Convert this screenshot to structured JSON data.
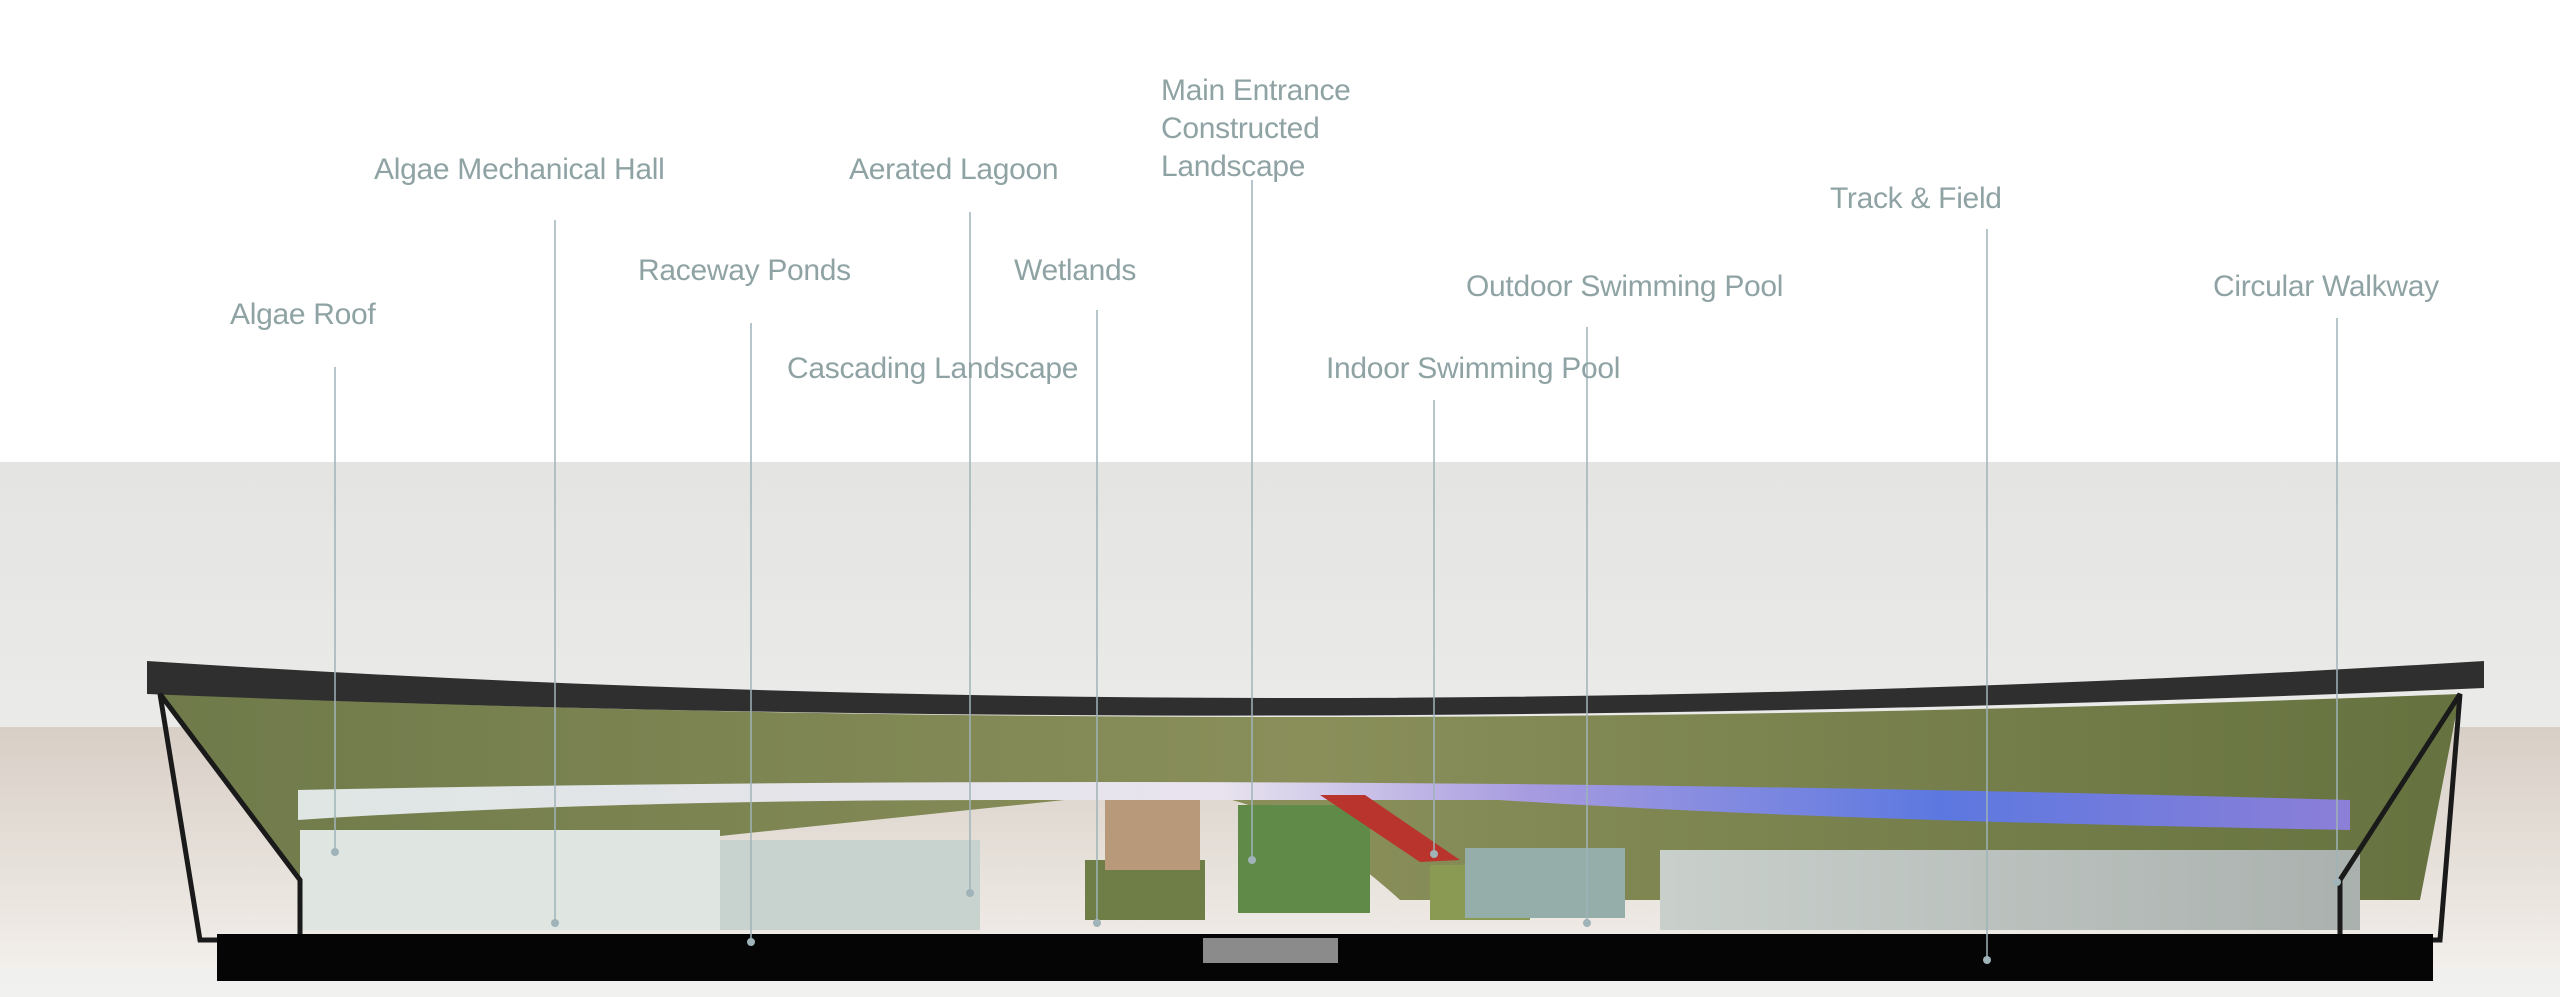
{
  "labels": {
    "algae_roof": "Algae  Roof",
    "algae_mechanical_hall": "Algae  Mechanical Hall",
    "raceway_ponds": "Raceway Ponds",
    "aerated_lagoon": "Aerated Lagoon",
    "cascading_landscape": "Cascading Landscape",
    "wetlands": "Wetlands",
    "main_entrance": [
      "Main Entrance",
      "Constructed",
      "Landscape"
    ],
    "indoor_swimming_pool": "Indoor Swimming Pool",
    "outdoor_swimming_pool": "Outdoor Swimming Pool",
    "track_field": "Track & Field",
    "circular_walkway": "Circular Walkway"
  },
  "colors": {
    "label": "#8fa3a4",
    "leader": "#9fb3b8",
    "roof": "#2f2f2f",
    "vegetation": "#7d8a4e",
    "accent_red": "#b8342c",
    "glass_blue": "#6d7fe0"
  }
}
